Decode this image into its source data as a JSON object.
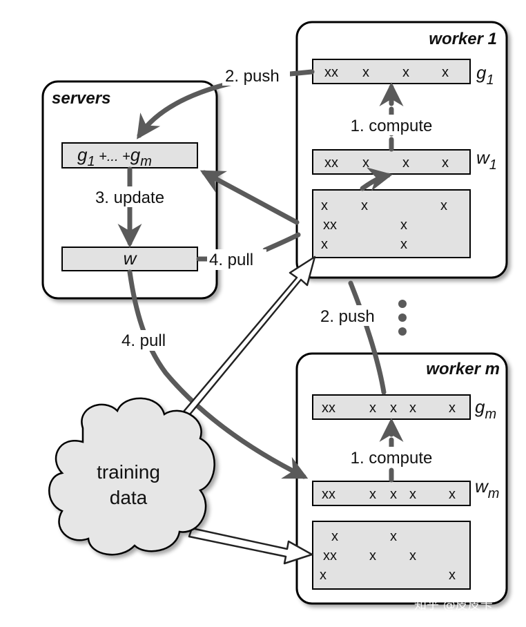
{
  "servers": {
    "title": "servers",
    "sum_box": {
      "g": "g",
      "sub1": "1",
      "mid": " +... +",
      "g2": "g",
      "subm": "m"
    },
    "w_box": "w"
  },
  "worker1": {
    "title": "worker 1",
    "g_row": [
      "xx",
      "x",
      "x",
      "x"
    ],
    "g_label": {
      "main": "g",
      "sub": "1"
    },
    "w_row": [
      "xx",
      "x",
      "x",
      "x"
    ],
    "w_label": {
      "main": "w",
      "sub": "1"
    },
    "data_rows": [
      [
        "x",
        "x",
        "",
        "x"
      ],
      [
        "xx",
        "",
        "x",
        ""
      ],
      [
        "x",
        "",
        "x",
        ""
      ]
    ]
  },
  "workerm": {
    "title": "worker m",
    "g_row": [
      "xx",
      "x",
      "x",
      "x",
      "x"
    ],
    "g_label": {
      "main": "g",
      "sub": "m"
    },
    "w_row": [
      "xx",
      "x",
      "x",
      "x",
      "x"
    ],
    "w_label": {
      "main": "w",
      "sub": "m"
    },
    "data_rows": [
      [
        "x",
        "",
        "x",
        ""
      ],
      [
        "xx",
        "x",
        "",
        "x"
      ],
      [
        "x",
        "",
        "",
        "x"
      ]
    ]
  },
  "labels": {
    "push_top": "2. push",
    "push_mid": "2. push",
    "compute1": "1. compute",
    "computem": "1. compute",
    "update": "3. update",
    "pull_w": "4. pull",
    "pull_down": "4. pull"
  },
  "cloud": {
    "line1": "training",
    "line2": "data"
  },
  "watermark": "知乎 @皮皮卡"
}
